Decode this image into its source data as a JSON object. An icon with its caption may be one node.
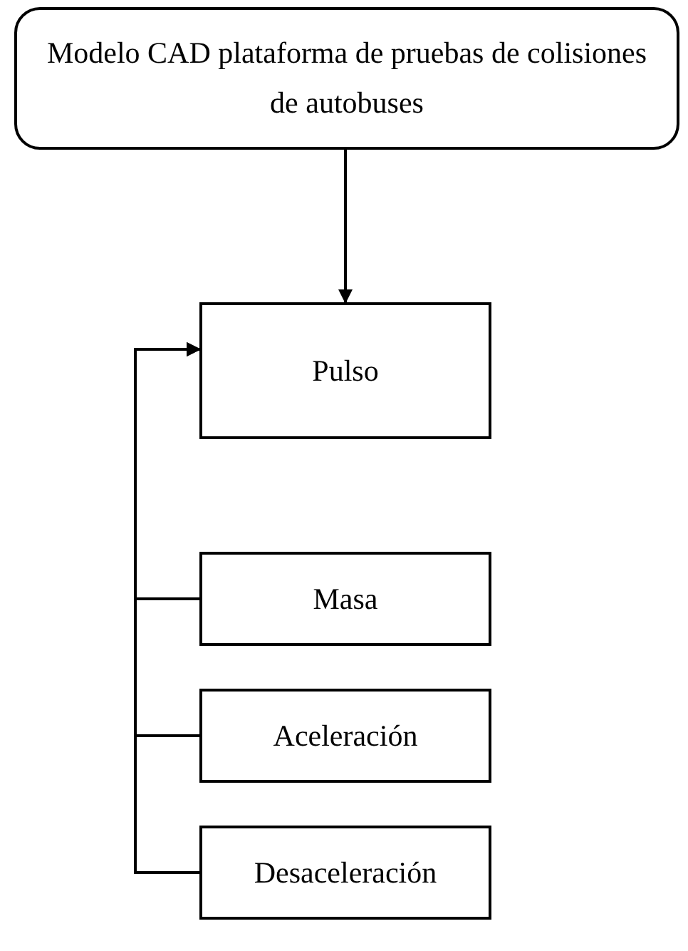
{
  "diagram": {
    "nodes": [
      {
        "text": [
          "Modelo CAD plataforma de pruebas de colisiones de autobuses"
        ]
      },
      {
        "text": [
          "Pulso"
        ]
      },
      {
        "text": [
          "Masa"
        ]
      },
      {
        "text": [
          "Aceleración"
        ]
      },
      {
        "text": [
          "Desaceleración"
        ]
      }
    ],
    "edges": [
      {
        "from": 0,
        "to": 1,
        "arrow": "to"
      },
      {
        "from": 2,
        "to": 1,
        "arrow": "to"
      },
      {
        "from": 3,
        "to": 1,
        "arrow": "to"
      },
      {
        "from": 4,
        "to": 1,
        "arrow": "to"
      }
    ]
  }
}
